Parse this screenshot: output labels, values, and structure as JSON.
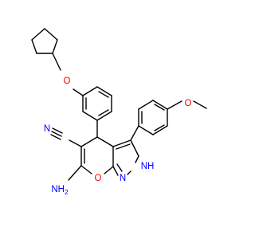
{
  "molecule": {
    "atoms": [
      {
        "symbol": "N",
        "color": "#0000ff"
      },
      {
        "symbol": "NH",
        "color": "#0000ff"
      },
      {
        "symbol": "N",
        "color": "#0000ff"
      },
      {
        "symbol": "O",
        "color": "#ff0000"
      },
      {
        "symbol": "O",
        "color": "#ff0000"
      },
      {
        "symbol": "O",
        "color": "#ff0000"
      },
      {
        "symbol": "NH2",
        "color": "#0000ff"
      }
    ],
    "bond_color": "#000000",
    "hydrogen_color": "#000000"
  }
}
